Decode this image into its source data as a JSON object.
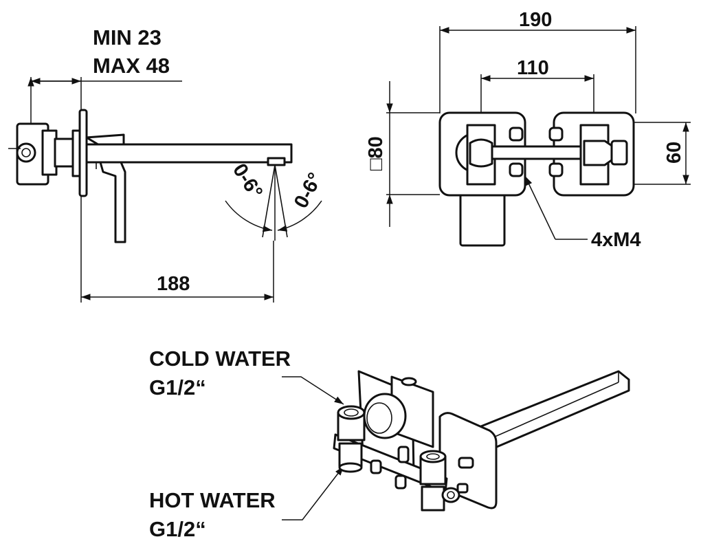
{
  "labels": {
    "min": "MIN 23",
    "max": "MAX 48",
    "dim_188": "188",
    "angle_left": "0-6°",
    "angle_right": "0-6°",
    "dim_190": "190",
    "dim_110": "110",
    "dim_80": "□80",
    "dim_60": "60",
    "screws": "4xM4",
    "cold_water": "COLD WATER",
    "cold_thread": "G1/2“",
    "hot_water": "HOT WATER",
    "hot_thread": "G1/2“"
  }
}
